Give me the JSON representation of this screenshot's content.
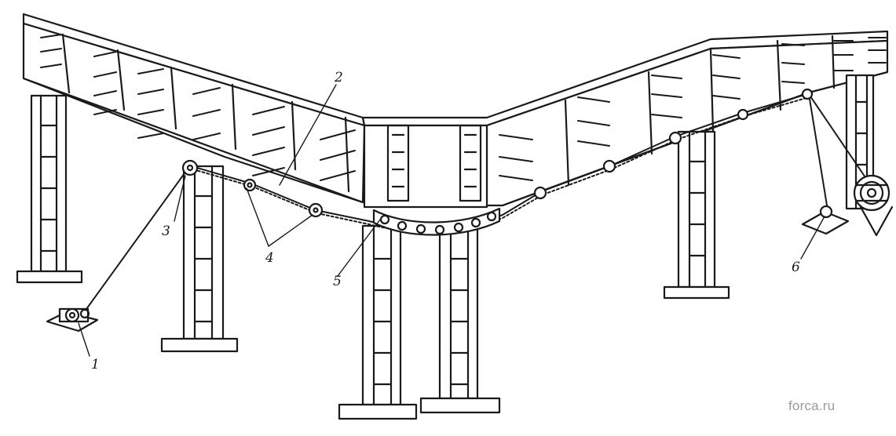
{
  "figure": {
    "labels": [
      "1",
      "2",
      "3",
      "4",
      "5",
      "6"
    ],
    "watermark": "forca.ru"
  },
  "colors": {
    "ink": "#1a1a1a",
    "background": "#ffffff",
    "watermark": "#9a9a9a"
  }
}
